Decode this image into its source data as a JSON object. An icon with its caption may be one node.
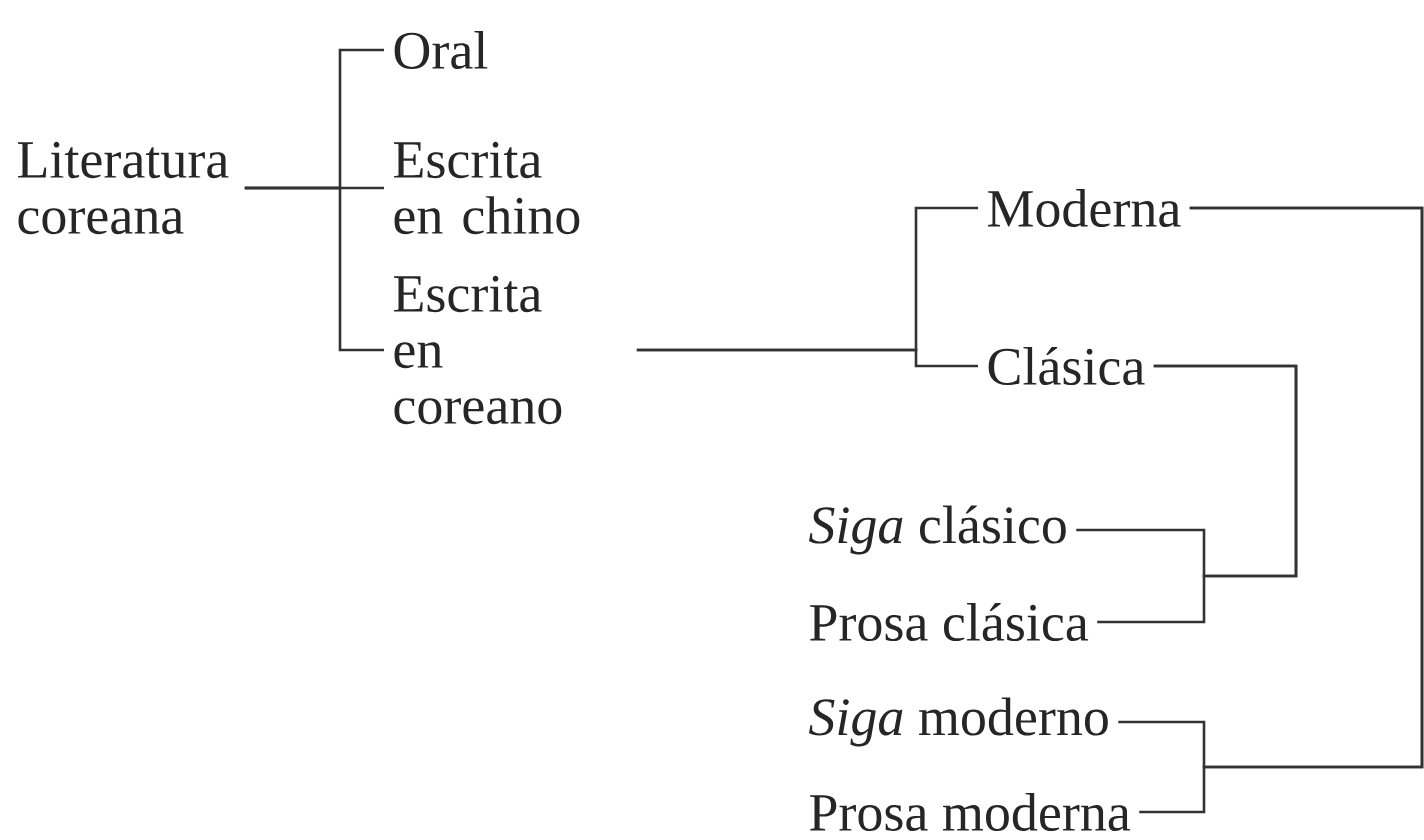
{
  "diagram": {
    "nodes": [
      {
        "text": [
          "Literatura coreana"
        ]
      },
      {
        "text": [
          "Oral"
        ]
      },
      {
        "text": [
          "Escrita en chino"
        ]
      },
      {
        "text": [
          "Escrita en coreano"
        ]
      },
      {
        "text": [
          "Moderna"
        ]
      },
      {
        "text": [
          "Clásica"
        ]
      },
      {
        "text": [
          "*Siga* clásico"
        ]
      },
      {
        "text": [
          "Prosa clásica"
        ]
      },
      {
        "text": [
          "*Siga* moderno"
        ]
      },
      {
        "text": [
          "Prosa moderna"
        ]
      }
    ],
    "edges": [
      {
        "from": 0,
        "to": 1,
        "arrow": "none"
      },
      {
        "from": 0,
        "to": 2,
        "arrow": "none"
      },
      {
        "from": 0,
        "to": 3,
        "arrow": "none"
      },
      {
        "from": 3,
        "to": 4,
        "arrow": "none"
      },
      {
        "from": 3,
        "to": 5,
        "arrow": "none"
      },
      {
        "from": 5,
        "to": 6,
        "arrow": "none"
      },
      {
        "from": 5,
        "to": 7,
        "arrow": "none"
      },
      {
        "from": 4,
        "to": 8,
        "arrow": "none"
      },
      {
        "from": 4,
        "to": 9,
        "arrow": "none"
      }
    ]
  }
}
